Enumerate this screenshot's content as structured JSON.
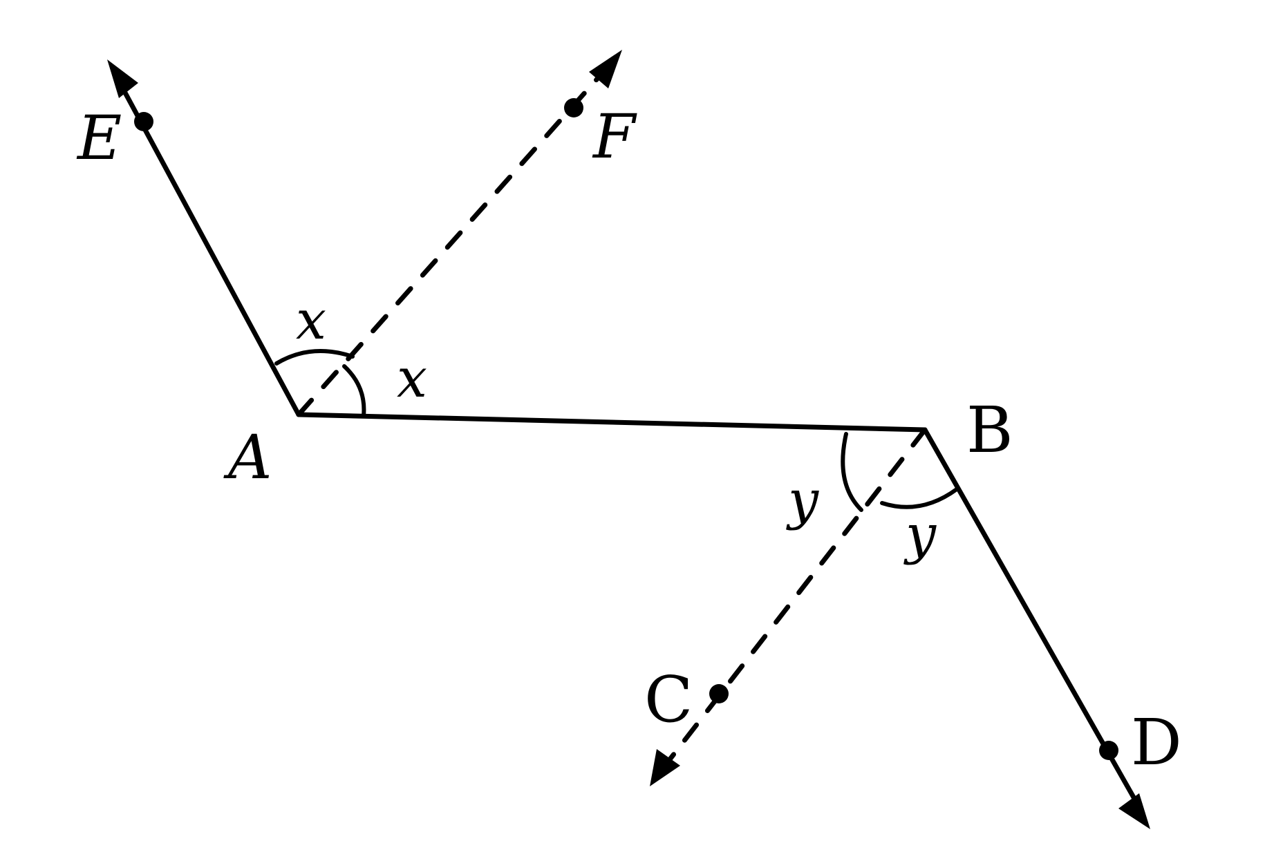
{
  "points": {
    "A": "A",
    "B": "B",
    "C": "C",
    "D": "D",
    "E": "E",
    "F": "F"
  },
  "angles": {
    "x_upper": "x",
    "x_lower": "x",
    "y_left": "y",
    "y_right": "y"
  }
}
